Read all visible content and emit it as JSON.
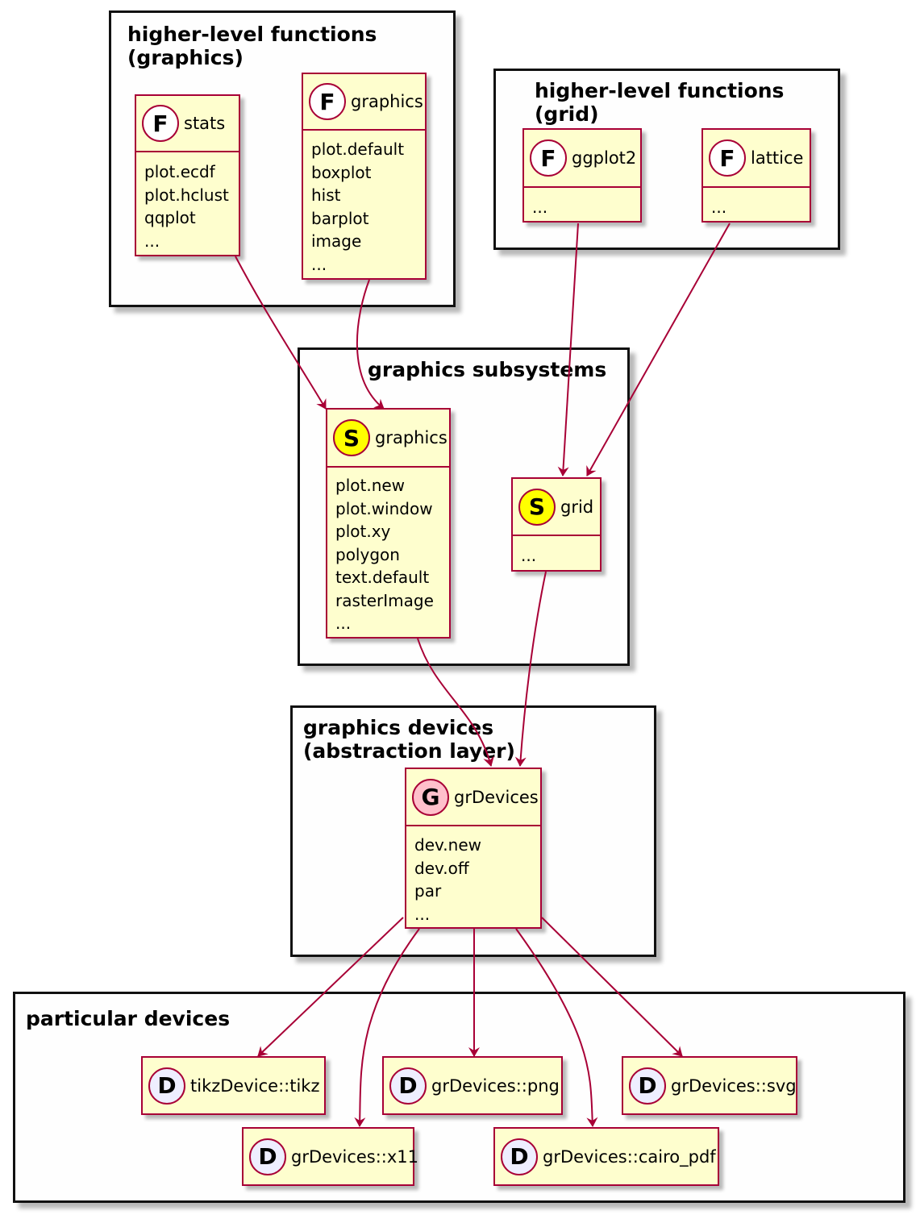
{
  "packages": {
    "hlf_graphics": "higher-level functions (graphics)",
    "hlf_grid": "higher-level functions (grid)",
    "subsystems": "graphics subsystems",
    "devices": "graphics devices\n(abstraction layer)",
    "particular": "particular devices"
  },
  "classes": {
    "stats": {
      "stereotype": "F",
      "name": "stats",
      "members": [
        "plot.ecdf",
        "plot.hclust",
        "qqplot",
        "..."
      ]
    },
    "graphics_fn": {
      "stereotype": "F",
      "name": "graphics",
      "members": [
        "plot.default",
        "boxplot",
        "hist",
        "barplot",
        "image",
        "..."
      ]
    },
    "ggplot2": {
      "stereotype": "F",
      "name": "ggplot2",
      "members": [
        "..."
      ]
    },
    "lattice": {
      "stereotype": "F",
      "name": "lattice",
      "members": [
        "..."
      ]
    },
    "graphics_sub": {
      "stereotype": "S",
      "name": "graphics",
      "members": [
        "plot.new",
        "plot.window",
        "plot.xy",
        "polygon",
        "text.default",
        "rasterImage",
        "..."
      ]
    },
    "grid": {
      "stereotype": "S",
      "name": "grid",
      "members": [
        "..."
      ]
    },
    "grDevices": {
      "stereotype": "G",
      "name": "grDevices",
      "members": [
        "dev.new",
        "dev.off",
        "par",
        "..."
      ]
    },
    "tikz": {
      "stereotype": "D",
      "name": "tikzDevice::tikz"
    },
    "png": {
      "stereotype": "D",
      "name": "grDevices::png"
    },
    "svg": {
      "stereotype": "D",
      "name": "grDevices::svg"
    },
    "x11": {
      "stereotype": "D",
      "name": "grDevices::x11"
    },
    "cairo_pdf": {
      "stereotype": "D",
      "name": "grDevices::cairo_pdf"
    }
  },
  "colors": {
    "class_fill": "#fefece",
    "class_border": "#a80036",
    "arrow": "#a80036",
    "badge_F": "#ffffff",
    "badge_S": "#ffff00",
    "badge_G": "#ffc0cb",
    "badge_D": "#eeeeff"
  },
  "icons": {
    "F": "circle-F-icon",
    "S": "circle-S-icon",
    "G": "circle-G-icon",
    "D": "circle-D-icon"
  }
}
